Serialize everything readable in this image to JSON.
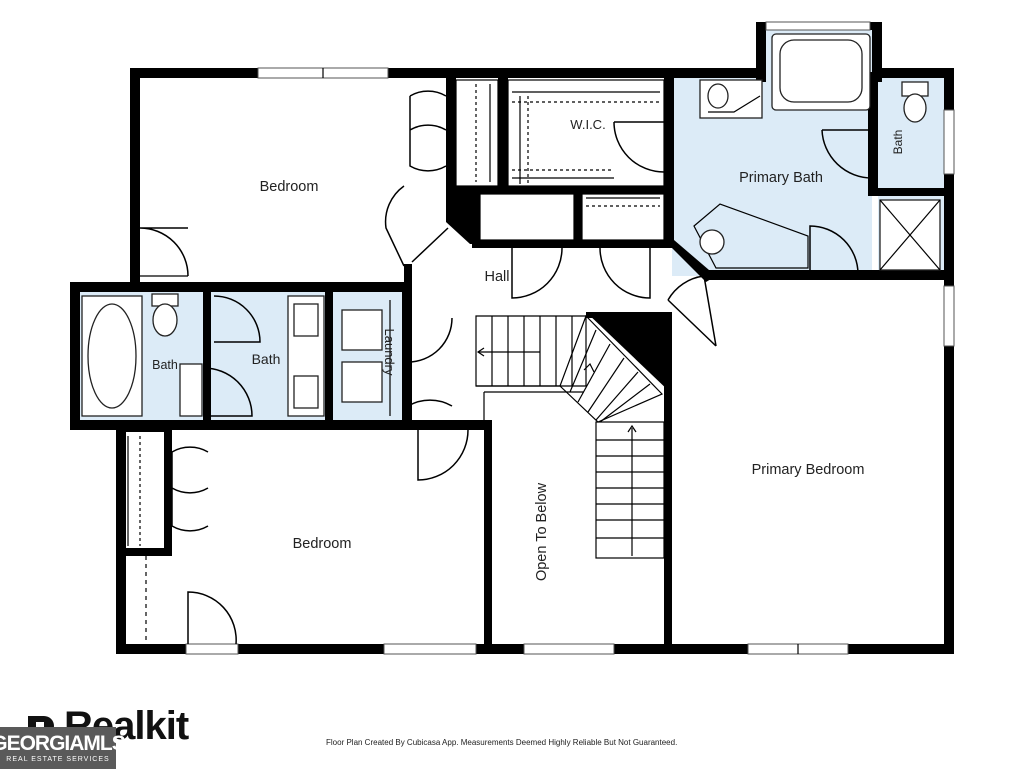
{
  "rooms": {
    "bedroom_top": "Bedroom",
    "hall": "Hall",
    "wic": "W.I.C.",
    "primary_bath": "Primary Bath",
    "bath_small_right": "Bath",
    "bath_left": "Bath",
    "bath_center": "Bath",
    "laundry": "Laundry",
    "bedroom_bottom": "Bedroom",
    "open_to_below": "Open To Below",
    "primary_bedroom": "Primary Bedroom"
  },
  "branding": {
    "realkit": "Realkit",
    "georgia_mls": "GEORGIAMLS",
    "georgia_mls_sub": "REAL ESTATE SERVICES",
    "disclaimer": "Floor Plan Created By Cubicasa App. Measurements Deemed Highly Reliable But Not Guaranteed."
  },
  "colors": {
    "wall": "#000000",
    "bath_fill": "#dcebf7",
    "background": "#ffffff"
  }
}
